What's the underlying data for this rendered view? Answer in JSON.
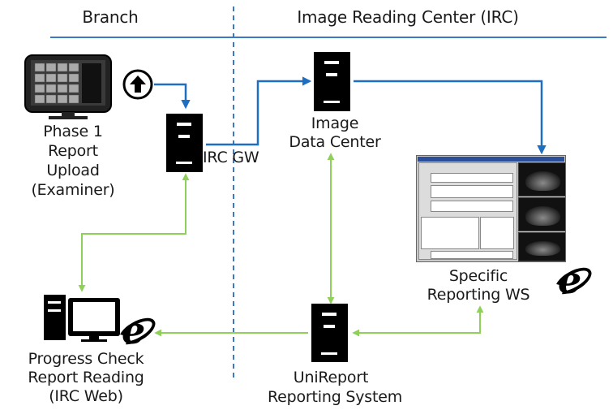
{
  "columns": {
    "branch": "Branch",
    "irc": "Image Reading Center (IRC)"
  },
  "nodes": {
    "upload": [
      "Phase 1",
      "Report",
      "Upload",
      "(Examiner)"
    ],
    "gw": "IRC GW",
    "data_center": [
      "Image",
      "Data Center"
    ],
    "ws": [
      "Specific",
      "Reporting WS"
    ],
    "unireport": [
      "UniReport",
      "Reporting System"
    ],
    "progress": [
      "Progress Check",
      "Report Reading",
      "(IRC Web)"
    ]
  },
  "colors": {
    "blue": "#1f6fc0",
    "green": "#8fd05a",
    "divider": "#3d78c2",
    "server": "#000000"
  },
  "icons": [
    "monitor-icon",
    "upload-arrow-icon",
    "server-icon",
    "workstation-icon",
    "ie-browser-icon",
    "desktop-pc-icon"
  ]
}
